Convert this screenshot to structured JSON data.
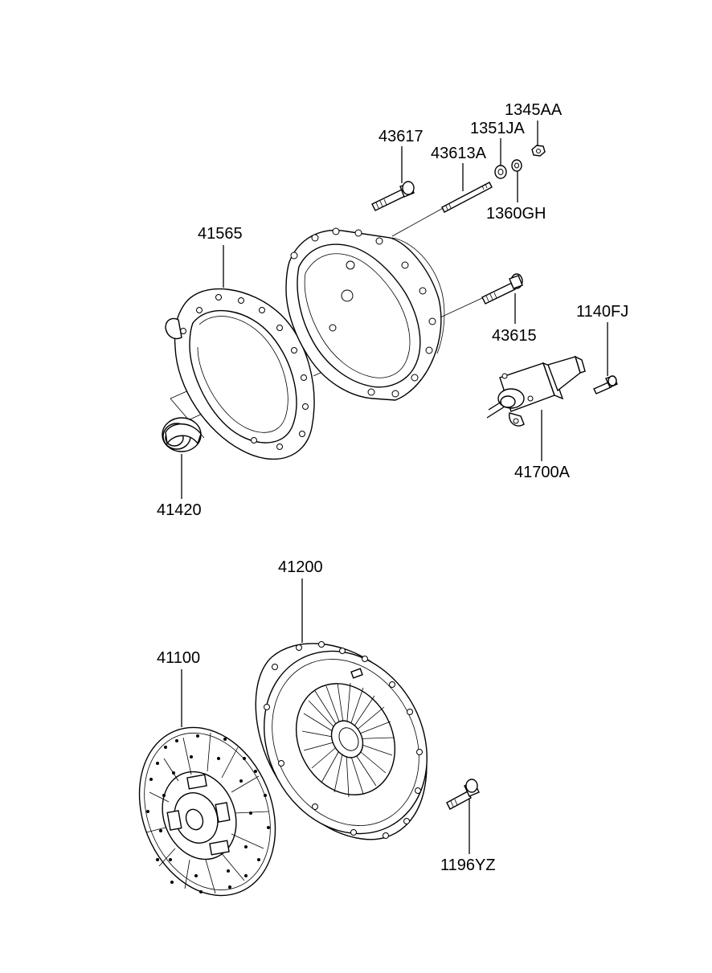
{
  "labels": {
    "p1345AA": "1345AA",
    "p1351JA": "1351JA",
    "p43617": "43617",
    "p43613A": "43613A",
    "p1360GH": "1360GH",
    "p41565": "41565",
    "p43615": "43615",
    "p1140FJ": "1140FJ",
    "p41700A": "41700A",
    "p41420": "41420",
    "p41200": "41200",
    "p41100": "41100",
    "p1196YZ": "1196YZ"
  }
}
